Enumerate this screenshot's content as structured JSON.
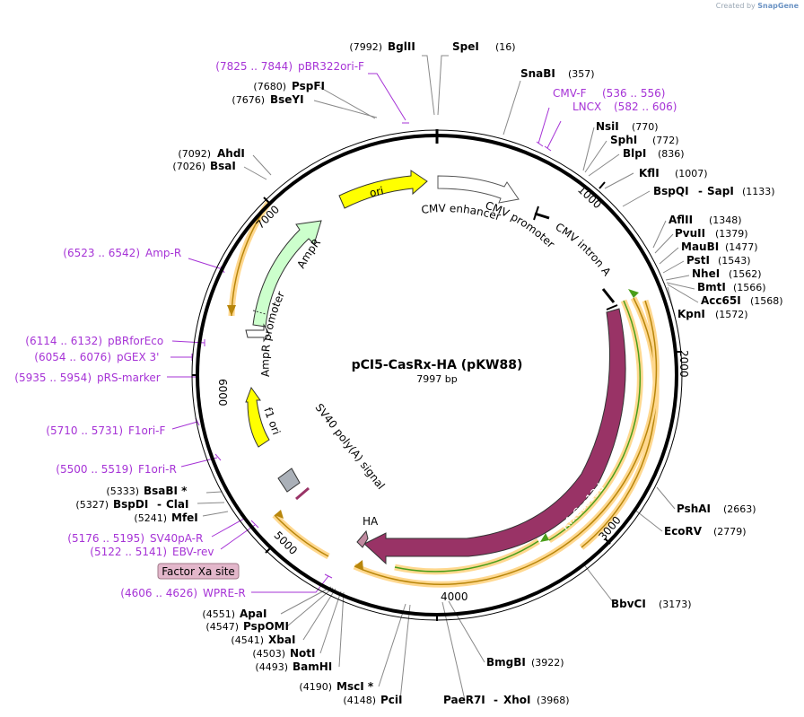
{
  "credit": {
    "prefix": "Created by",
    "brand": "SnapGene"
  },
  "plasmid": {
    "name": "pCI5-CasRx-HA (pKW88)",
    "size": "7997 bp"
  },
  "ticks": {
    "t1000": "1000",
    "t2000": "2000",
    "t3000": "3000",
    "t4000": "4000",
    "t5000": "5000",
    "t6000": "6000",
    "t7000": "7000"
  },
  "features": {
    "ori": "ori",
    "ampr": "AmpR",
    "ampr_promoter": "AmpR promoter",
    "f1ori": "f1 ori",
    "cmv_enhancer": "CMV enhancer",
    "cmv_promoter": "CMV promoter",
    "cmv_intron": "CMV intron A",
    "rfxcas13d": "RfxCas13d",
    "ha": "HA",
    "sv40": "SV40 poly(A) signal",
    "factor_xa": "Factor Xa site"
  },
  "sites": {
    "bglii": {
      "pos": "(7992)",
      "name": "BglII"
    },
    "spei": {
      "pos": "(16)",
      "name": "SpeI"
    },
    "snabi": {
      "pos": "(357)",
      "name": "SnaBI"
    },
    "nsii": {
      "pos": "(770)",
      "name": "NsiI"
    },
    "sphi": {
      "pos": "(772)",
      "name": "SphI"
    },
    "blpi": {
      "pos": "(836)",
      "name": "BlpI"
    },
    "kfli": {
      "pos": "(1007)",
      "name": "KflI"
    },
    "bspqi": {
      "name": "BspQI",
      "name2": "SapI",
      "pos": "(1133)"
    },
    "aflii": {
      "pos": "(1348)",
      "name": "AflII"
    },
    "pvuii": {
      "pos": "(1379)",
      "name": "PvuII"
    },
    "maubi": {
      "pos": "(1477)",
      "name": "MauBI"
    },
    "psti": {
      "pos": "(1543)",
      "name": "PstI"
    },
    "nhei": {
      "pos": "(1562)",
      "name": "NheI"
    },
    "bmti": {
      "pos": "(1566)",
      "name": "BmtI"
    },
    "acc65i": {
      "pos": "(1568)",
      "name": "Acc65I"
    },
    "kpni": {
      "pos": "(1572)",
      "name": "KpnI"
    },
    "pshai": {
      "pos": "(2663)",
      "name": "PshAI"
    },
    "ecorv": {
      "pos": "(2779)",
      "name": "EcoRV"
    },
    "bbvci": {
      "pos": "(3173)",
      "name": "BbvCI"
    },
    "bmgbi": {
      "pos": "(3922)",
      "name": "BmgBI"
    },
    "paer7i": {
      "name": "PaeR7I",
      "name2": "XhoI",
      "pos": "(3968)"
    },
    "pcii": {
      "pos": "(4148)",
      "name": "PciI"
    },
    "msci": {
      "pos": "(4190)",
      "name": "MscI *"
    },
    "bamhi": {
      "pos": "(4493)",
      "name": "BamHI"
    },
    "noti": {
      "pos": "(4503)",
      "name": "NotI"
    },
    "xbai": {
      "pos": "(4541)",
      "name": "XbaI"
    },
    "pspomi": {
      "pos": "(4547)",
      "name": "PspOMI"
    },
    "apai": {
      "pos": "(4551)",
      "name": "ApaI"
    },
    "mfei": {
      "pos": "(5241)",
      "name": "MfeI"
    },
    "bspdi": {
      "pos": "(5327)",
      "name": "BspDI",
      "name2": "ClaI"
    },
    "bsabi": {
      "pos": "(5333)",
      "name": "BsaBI *"
    },
    "bsai": {
      "pos": "(7026)",
      "name": "BsaI"
    },
    "ahdi": {
      "pos": "(7092)",
      "name": "AhdI"
    },
    "bseyi": {
      "pos": "(7676)",
      "name": "BseYI"
    },
    "pspfi": {
      "pos": "(7680)",
      "name": "PspFI"
    }
  },
  "primers": {
    "pbr322": {
      "range": "(7825 .. 7844)",
      "name": "pBR322ori-F"
    },
    "cmvf": {
      "name": "CMV-F",
      "range": "(536 .. 556)"
    },
    "lncx": {
      "name": "LNCX",
      "range": "(582 .. 606)"
    },
    "ampr": {
      "range": "(6523 .. 6542)",
      "name": "Amp-R"
    },
    "pbrforeco": {
      "range": "(6114 .. 6132)",
      "name": "pBRforEco"
    },
    "pgex3": {
      "range": "(6054 .. 6076)",
      "name": "pGEX 3'"
    },
    "prsmarker": {
      "range": "(5935 .. 5954)",
      "name": "pRS-marker"
    },
    "f1orif": {
      "range": "(5710 .. 5731)",
      "name": "F1ori-F"
    },
    "f1orir": {
      "range": "(5500 .. 5519)",
      "name": "F1ori-R"
    },
    "sv40par": {
      "range": "(5176 .. 5195)",
      "name": "SV40pA-R"
    },
    "ebvrev": {
      "range": "(5122 .. 5141)",
      "name": "EBV-rev"
    },
    "wprer": {
      "range": "(4606 .. 4626)",
      "name": "WPRE-R"
    }
  },
  "colors": {
    "backbone": "#000000",
    "ori": "#ffff00",
    "ampr": "#ccffcc",
    "cmv": "#ffffff",
    "rfxcas13d": "#993366",
    "orf_highlight": "#ffd88f",
    "orf_line": "#b8860b",
    "orf_green": "#4a9e1a",
    "primer": "#a633d6",
    "factor_xa": "#e3b7cb"
  }
}
